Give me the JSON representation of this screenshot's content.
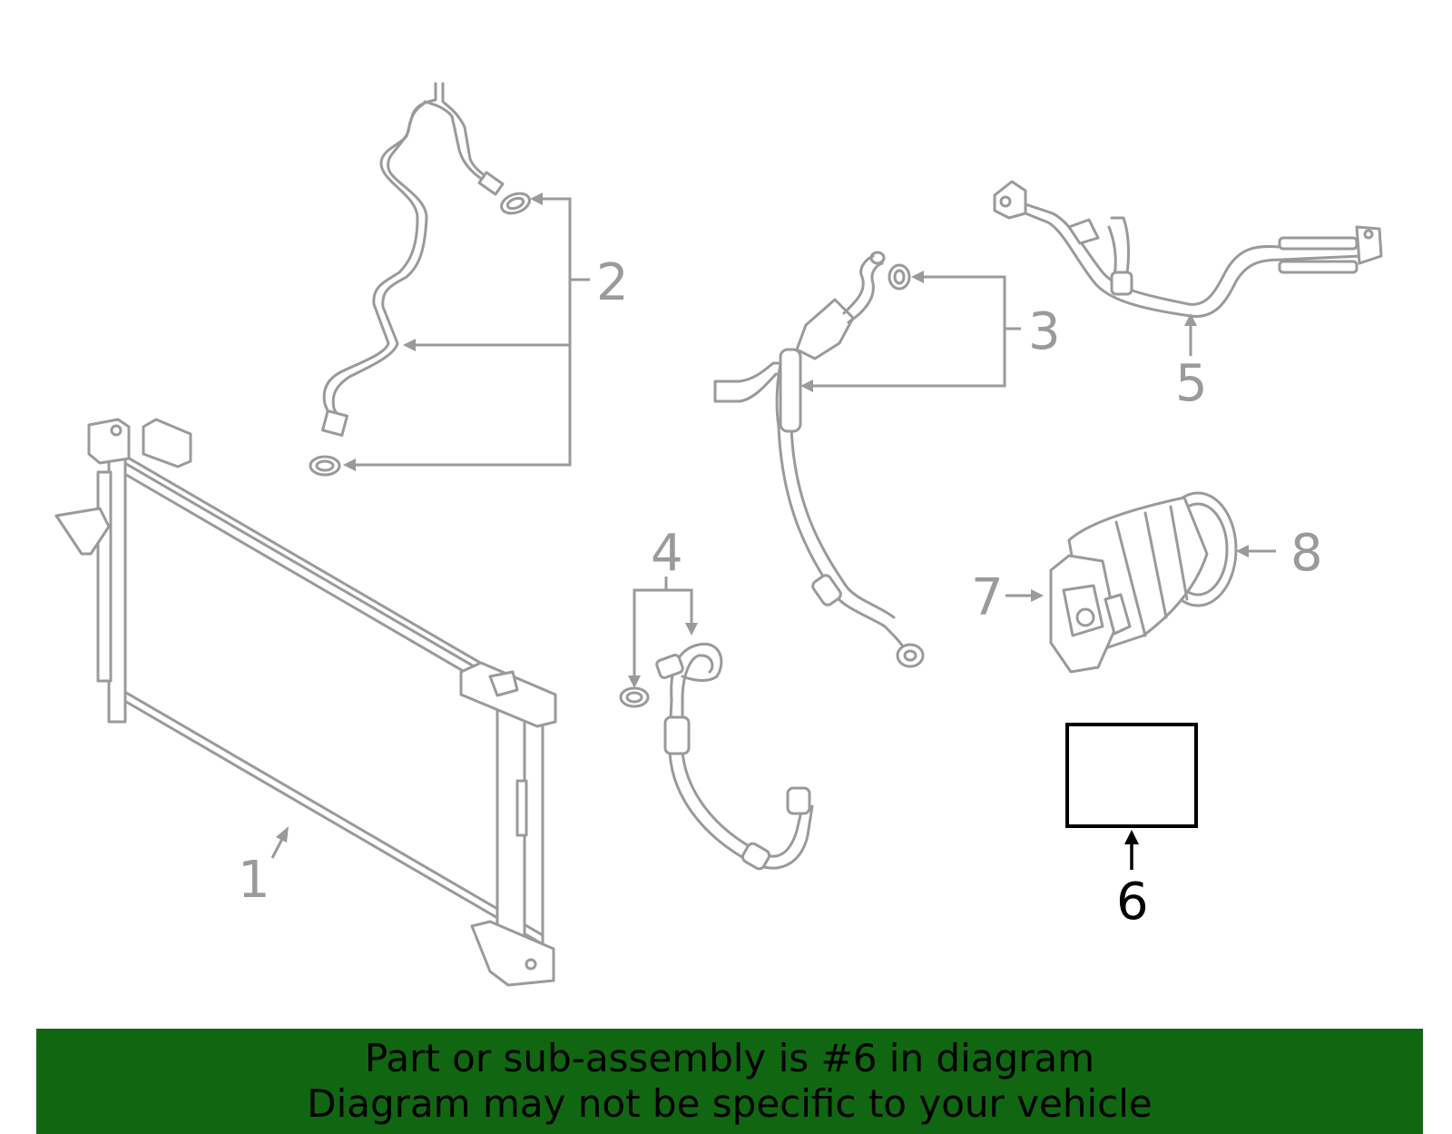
{
  "callouts": {
    "c1": "1",
    "c2": "2",
    "c3": "3",
    "c4": "4",
    "c5": "5",
    "c6": "6",
    "c7": "7",
    "c8": "8"
  },
  "banner": {
    "line1": "Part or sub-assembly is #6 in diagram",
    "line2": "Diagram may not be specific to your vehicle",
    "background": "#116611"
  },
  "colors": {
    "part_stroke": "#9a9a9a",
    "highlight": "#000000"
  }
}
